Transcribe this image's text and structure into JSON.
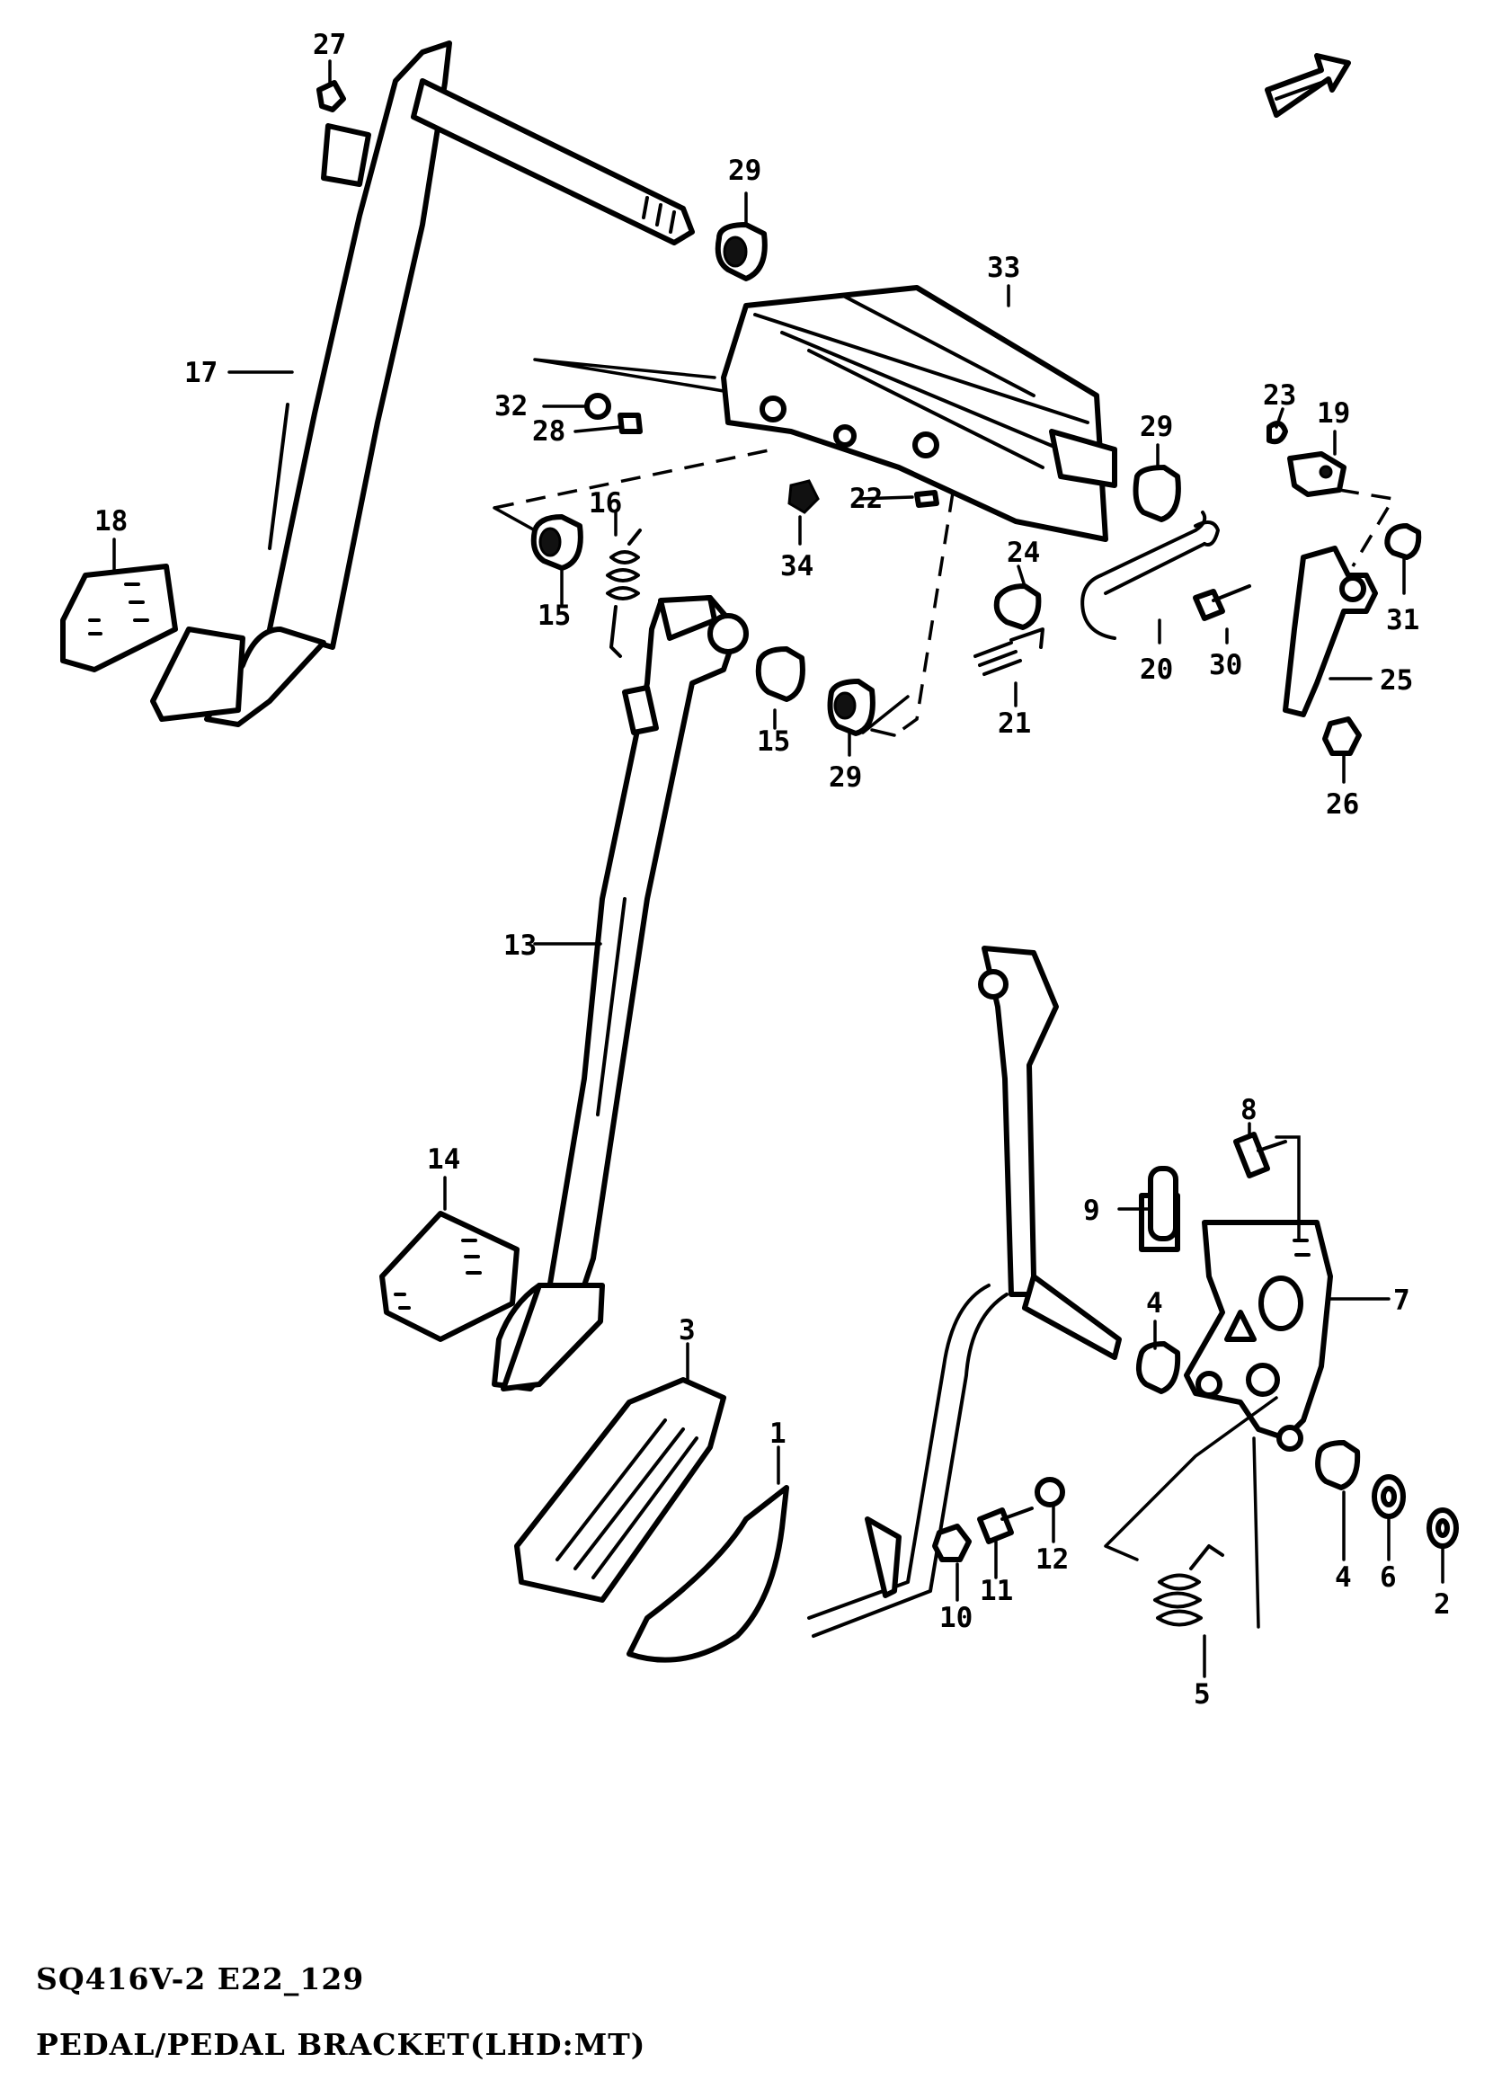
{
  "diagram": {
    "model_code": "SQ416V-2 E22_129",
    "title": "PEDAL/PEDAL BRACKET(LHD:MT)",
    "orientation_icon": "front-arrow-icon",
    "callouts": [
      {
        "id": "c1",
        "label": "1"
      },
      {
        "id": "c2",
        "label": "2"
      },
      {
        "id": "c3",
        "label": "3"
      },
      {
        "id": "c4a",
        "label": "4"
      },
      {
        "id": "c4b",
        "label": "4"
      },
      {
        "id": "c5",
        "label": "5"
      },
      {
        "id": "c6",
        "label": "6"
      },
      {
        "id": "c7",
        "label": "7"
      },
      {
        "id": "c8",
        "label": "8"
      },
      {
        "id": "c9",
        "label": "9"
      },
      {
        "id": "c10",
        "label": "10"
      },
      {
        "id": "c11",
        "label": "11"
      },
      {
        "id": "c12",
        "label": "12"
      },
      {
        "id": "c13",
        "label": "13"
      },
      {
        "id": "c14",
        "label": "14"
      },
      {
        "id": "c15a",
        "label": "15"
      },
      {
        "id": "c15b",
        "label": "15"
      },
      {
        "id": "c16",
        "label": "16"
      },
      {
        "id": "c17",
        "label": "17"
      },
      {
        "id": "c18",
        "label": "18"
      },
      {
        "id": "c19",
        "label": "19"
      },
      {
        "id": "c20",
        "label": "20"
      },
      {
        "id": "c21",
        "label": "21"
      },
      {
        "id": "c22",
        "label": "22"
      },
      {
        "id": "c23",
        "label": "23"
      },
      {
        "id": "c24",
        "label": "24"
      },
      {
        "id": "c25",
        "label": "25"
      },
      {
        "id": "c26",
        "label": "26"
      },
      {
        "id": "c27",
        "label": "27"
      },
      {
        "id": "c28",
        "label": "28"
      },
      {
        "id": "c29a",
        "label": "29"
      },
      {
        "id": "c29b",
        "label": "29"
      },
      {
        "id": "c29c",
        "label": "29"
      },
      {
        "id": "c30",
        "label": "30"
      },
      {
        "id": "c31",
        "label": "31"
      },
      {
        "id": "c32",
        "label": "32"
      },
      {
        "id": "c33",
        "label": "33"
      },
      {
        "id": "c34",
        "label": "34"
      }
    ]
  }
}
